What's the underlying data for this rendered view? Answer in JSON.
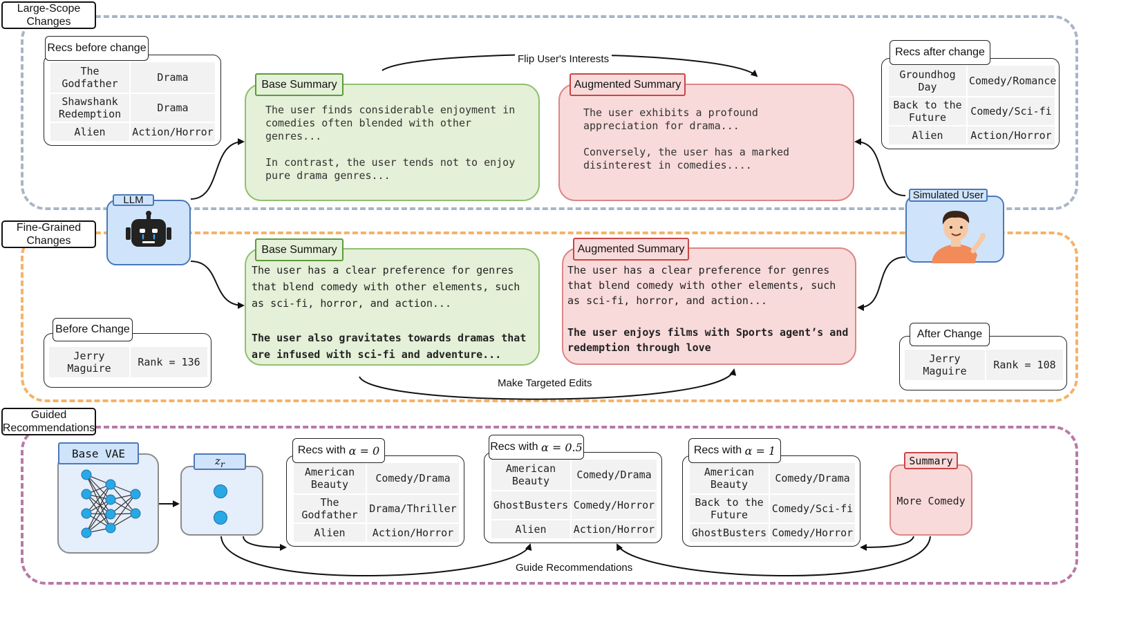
{
  "sections": {
    "large_scope": "Large-Scope\nChanges",
    "fine_grained": "Fine-Grained\nChanges",
    "guided": "Guided\nRecommendations"
  },
  "colors": {
    "large_scope_border": "#a9b5c6",
    "fine_grained_border": "#f5b266",
    "guided_border": "#b77aa6"
  },
  "nodes": {
    "llm": {
      "label": "LLM",
      "icon": "robot-icon"
    },
    "simulated_user": {
      "label": "Simulated User",
      "icon": "user-avatar-icon"
    },
    "base_vae": {
      "label": "Base VAE",
      "icon": "neural-network-icon"
    },
    "zr": {
      "label": "z_r"
    }
  },
  "large_scope": {
    "recs_before": {
      "label": "Recs before change",
      "rows": [
        [
          "The Godfather",
          "Drama"
        ],
        [
          "Shawshank Redemption",
          "Drama"
        ],
        [
          "Alien",
          "Action/Horror"
        ]
      ]
    },
    "recs_after": {
      "label": "Recs after change",
      "rows": [
        [
          "Groundhog Day",
          "Comedy/Romance"
        ],
        [
          "Back to the Future",
          "Comedy/Sci-fi"
        ],
        [
          "Alien",
          "Action/Horror"
        ]
      ]
    },
    "base_summary": {
      "label": "Base Summary",
      "text": "The user finds considerable enjoyment in\ncomedies often blended with other\ngenres...\n\nIn contrast, the user tends not to enjoy\npure drama genres..."
    },
    "augmented_summary": {
      "label": "Augmented Summary",
      "text": "The user exhibits a profound\nappreciation for drama...\n\nConversely, the user has a marked\ndisinterest in comedies...."
    },
    "edge_label": "Flip User's Interests"
  },
  "fine_grained": {
    "before": {
      "label": "Before Change",
      "row": [
        "Jerry Maguire",
        "Rank = 136"
      ]
    },
    "after": {
      "label": "After Change",
      "row": [
        "Jerry Maguire",
        "Rank = 108"
      ]
    },
    "base_summary": {
      "label": "Base Summary",
      "text": "The user has a clear preference for genres that blend comedy with other elements, such as sci-fi, horror, and action...",
      "bold_text": "The user also gravitates towards dramas that are infused with sci-fi and adventure..."
    },
    "augmented_summary": {
      "label": "Augmented Summary",
      "text": "The user has a clear preference for genres that blend comedy with other elements, such as sci-fi, horror, and action...",
      "bold_text": "The user enjoys films with Sports agent’s and redemption through love"
    },
    "edge_label": "Make Targeted Edits"
  },
  "guided": {
    "recs_alpha_0": {
      "label_prefix": "Recs with ",
      "alpha": "α = 0",
      "rows": [
        [
          "American Beauty",
          "Comedy/Drama"
        ],
        [
          "The Godfather",
          "Drama/Thriller"
        ],
        [
          "Alien",
          "Action/Horror"
        ]
      ]
    },
    "recs_alpha_05": {
      "label_prefix": "Recs with ",
      "alpha": "α = 0.5",
      "rows": [
        [
          "American Beauty",
          "Comedy/Drama"
        ],
        [
          "GhostBusters",
          "Comedy/Horror"
        ],
        [
          "Alien",
          "Action/Horror"
        ]
      ]
    },
    "recs_alpha_1": {
      "label_prefix": "Recs with ",
      "alpha": "α = 1",
      "rows": [
        [
          "American Beauty",
          "Comedy/Drama"
        ],
        [
          "Back to the Future",
          "Comedy/Sci-fi"
        ],
        [
          "GhostBusters",
          "Comedy/Horror"
        ]
      ]
    },
    "summary": {
      "label": "Summary",
      "text": "More Comedy"
    },
    "edge_label": "Guide Recommendations"
  }
}
